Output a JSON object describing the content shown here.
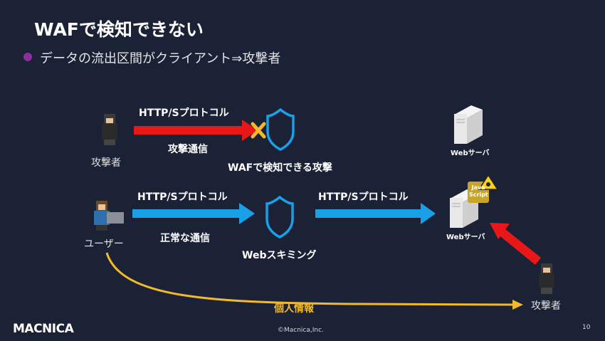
{
  "slide": {
    "title": "WAFで検知できない",
    "bullet": "データの流出区間がクライアント⇒攻撃者",
    "colors": {
      "background": "#1c2235",
      "accent_bullet": "#8a2f9c",
      "attack_arrow": "#e81818",
      "normal_arrow": "#1aa0e8",
      "data_curve": "#f2b92b"
    }
  },
  "diagram": {
    "row1": {
      "actor_label": "攻撃者",
      "protocol_label": "HTTP/Sプロトコル",
      "traffic_label": "攻撃通信",
      "waf_label": "WAFで検知できる攻撃",
      "server_label": "Webサーバ"
    },
    "row2": {
      "actor_label": "ユーザー",
      "protocol_label_left": "HTTP/Sプロトコル",
      "traffic_label": "正常な通信",
      "waf_label": "Webスキミング",
      "protocol_label_right": "HTTP/Sプロトコル",
      "server_label": "Webサーバ",
      "badge_label": "Java Script",
      "attacker_label": "攻撃者",
      "data_label": "個人情報"
    }
  },
  "footer": {
    "logo": "MACNICA",
    "copyright": "©Macnica,Inc.",
    "page_number": "10"
  }
}
